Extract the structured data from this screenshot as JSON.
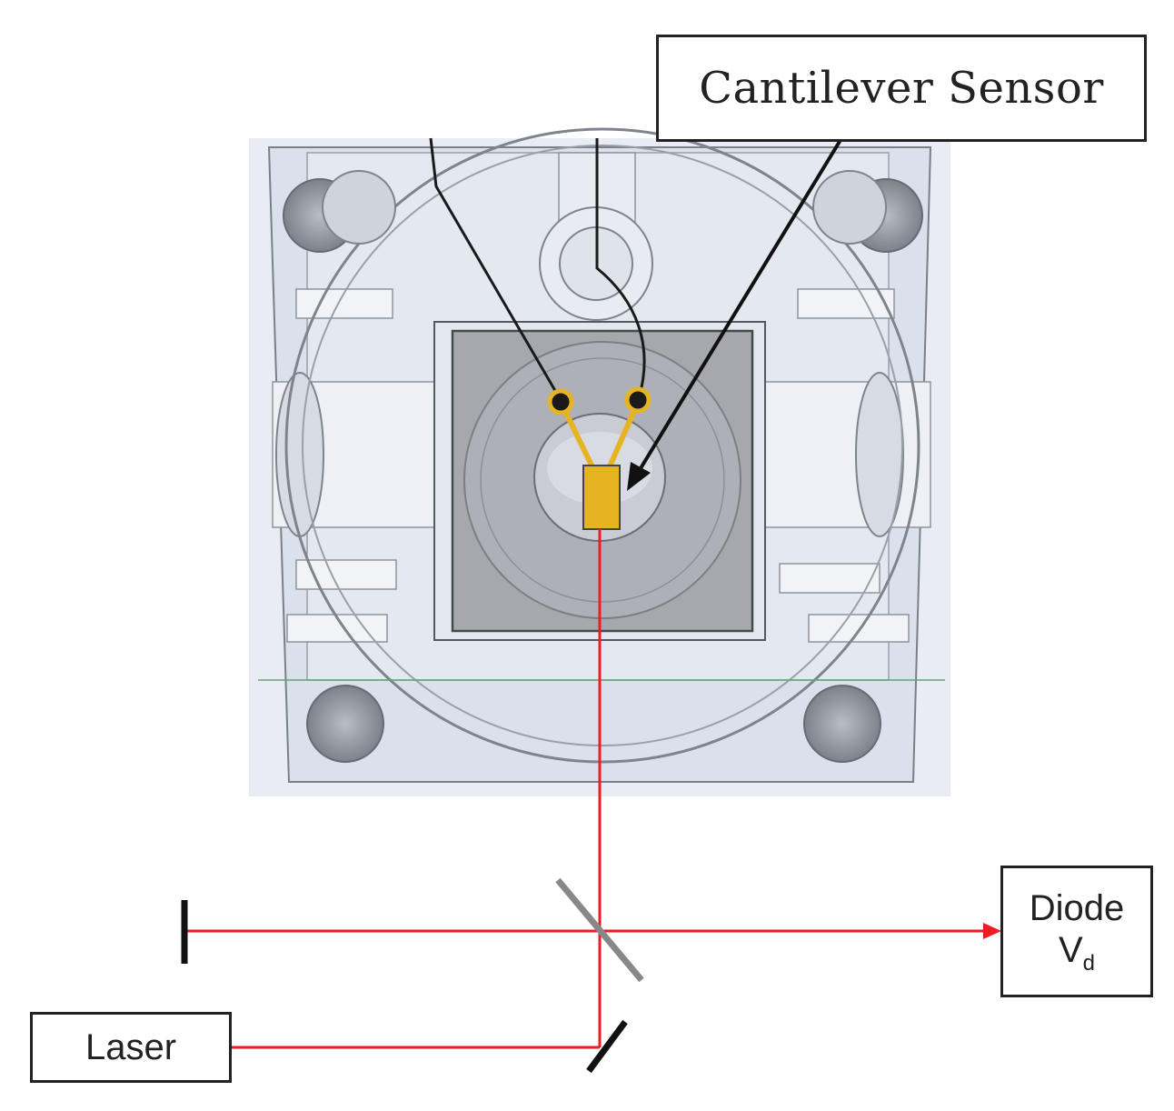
{
  "labels": {
    "cantilever_sensor": "Cantilever Sensor",
    "laser": "Laser",
    "diode": "Diode",
    "diode_voltage_symbol": "V",
    "diode_voltage_subscript": "d"
  },
  "colors": {
    "laser_beam": "#ee1c24",
    "gold_contact": "#e6b423",
    "housing_fill": "#dde3ee",
    "chip_fill": "#a6a8ad",
    "outline": "#222222"
  }
}
